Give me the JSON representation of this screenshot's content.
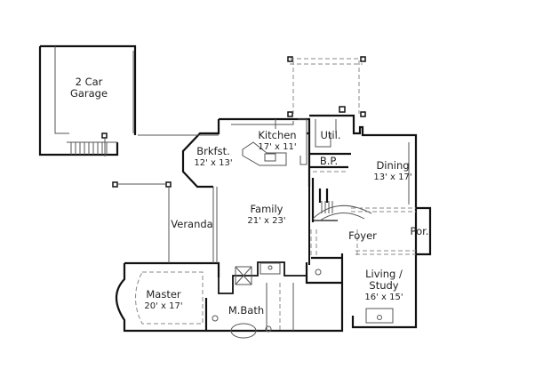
{
  "plan": {
    "type": "floor plan",
    "rooms": [
      {
        "id": "garage",
        "name": "2 Car Garage",
        "name_line1": "2 Car",
        "name_line2": "Garage",
        "dimensions": ""
      },
      {
        "id": "kitchen",
        "name": "Kitchen",
        "dimensions": "17' x 11'"
      },
      {
        "id": "util",
        "name": "Util.",
        "dimensions": ""
      },
      {
        "id": "bp",
        "name": "B.P.",
        "dimensions": ""
      },
      {
        "id": "brkfst",
        "name": "Brkfst.",
        "dimensions": "12' x 13'"
      },
      {
        "id": "dining",
        "name": "Dining",
        "dimensions": "13' x 17'"
      },
      {
        "id": "family",
        "name": "Family",
        "dimensions": "21' x 23'"
      },
      {
        "id": "veranda",
        "name": "Veranda",
        "dimensions": ""
      },
      {
        "id": "foyer",
        "name": "Foyer",
        "dimensions": ""
      },
      {
        "id": "porch",
        "name": "Por.",
        "dimensions": ""
      },
      {
        "id": "master",
        "name": "Master",
        "dimensions": "20' x 17'"
      },
      {
        "id": "mbath",
        "name": "M.Bath",
        "dimensions": ""
      },
      {
        "id": "living",
        "name": "Living / Study",
        "name_line1": "Living /",
        "name_line2": "Study",
        "dimensions": "16' x 15'"
      }
    ],
    "colors": {
      "wall": "#111111",
      "thin": "#555555",
      "dashed": "#888888",
      "background": "#ffffff"
    }
  }
}
